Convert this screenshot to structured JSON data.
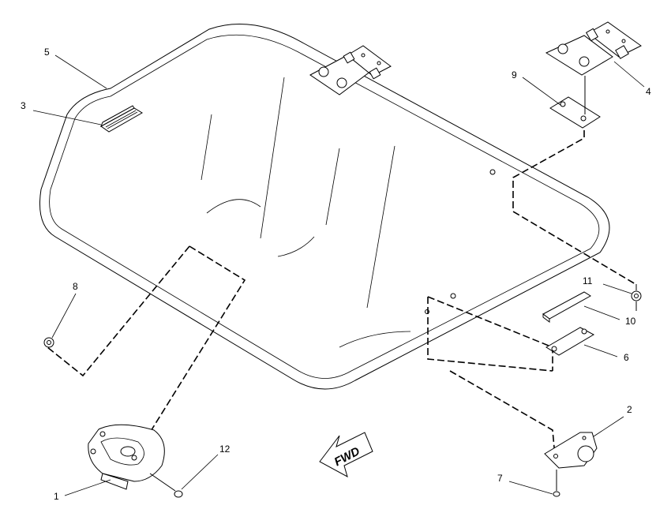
{
  "callouts": [
    "1",
    "2",
    "3",
    "4",
    "5",
    "6",
    "7",
    "8",
    "9",
    "10",
    "11",
    "12"
  ],
  "direction_arrow": {
    "label": "FWD"
  }
}
